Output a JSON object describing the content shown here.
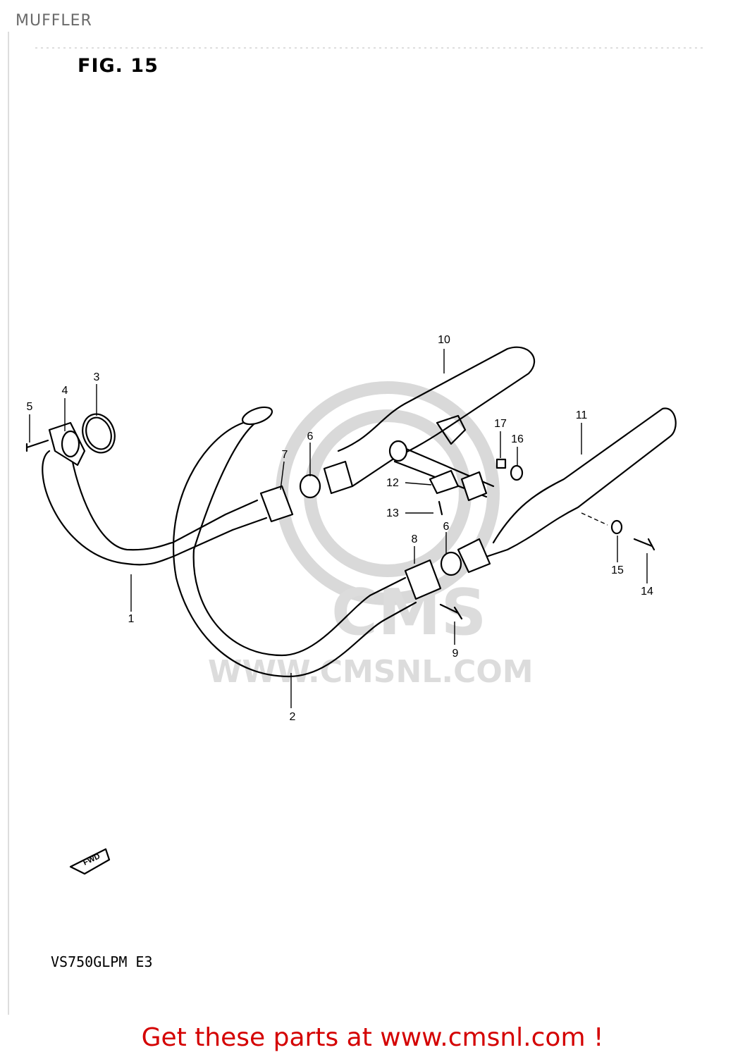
{
  "header": {
    "title": "MUFFLER"
  },
  "figure": {
    "label": "FIG. 15"
  },
  "model": {
    "code": "VS750GLPM  E3"
  },
  "watermark": {
    "logo_text": "CMS",
    "url_text": "WWW.CMSNL.COM"
  },
  "direction_marker": {
    "text": "FWD"
  },
  "footer": {
    "text": "Get these parts at www.cmsnl.com !",
    "color": "#d40000"
  },
  "callouts": [
    {
      "number": "1"
    },
    {
      "number": "2"
    },
    {
      "number": "3"
    },
    {
      "number": "4"
    },
    {
      "number": "5"
    },
    {
      "number": "6"
    },
    {
      "number": "6"
    },
    {
      "number": "7"
    },
    {
      "number": "8"
    },
    {
      "number": "9"
    },
    {
      "number": "10"
    },
    {
      "number": "11"
    },
    {
      "number": "12"
    },
    {
      "number": "13"
    },
    {
      "number": "14"
    },
    {
      "number": "15"
    },
    {
      "number": "16"
    },
    {
      "number": "17"
    }
  ]
}
